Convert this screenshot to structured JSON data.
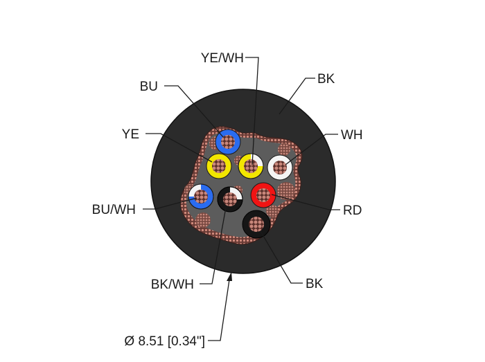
{
  "diagram": {
    "labels": {
      "ye_wh": "YE/WH",
      "bk_top": "BK",
      "bu": "BU",
      "wh": "WH",
      "ye": "YE",
      "bu_wh": "BU/WH",
      "rd": "RD",
      "bk_wh": "BK/WH",
      "bk_bottom": "BK",
      "diameter": "Ø 8.51 [0.34\"]"
    },
    "colors": {
      "jacket": "#2b2b2b",
      "core_area": "#5c5c5c",
      "copper": "#b0726a",
      "blue": "#2a6cf0",
      "yellow": "#f2e600",
      "white": "#f4f4f4",
      "red": "#f01414",
      "black": "#161616"
    }
  }
}
